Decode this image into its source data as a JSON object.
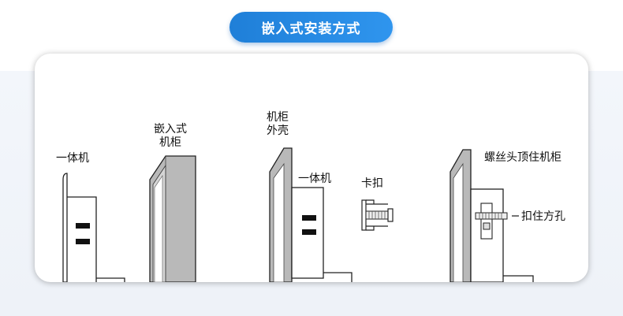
{
  "header": {
    "title": "嵌入式安装方式"
  },
  "labels": {
    "all_in_one_1": "一体机",
    "embedded_cabinet_line1": "嵌入式",
    "embedded_cabinet_line2": "机柜",
    "cabinet_shell_line1": "机柜",
    "cabinet_shell_line2": "外壳",
    "all_in_one_2": "一体机",
    "clip": "卡扣",
    "screw_cabinet": "螺丝头顶住机柜",
    "clip_hole": "扣住方孔"
  },
  "colors": {
    "accent": "#1f7fd8",
    "cabinet_gray": "#b5b5b5"
  }
}
